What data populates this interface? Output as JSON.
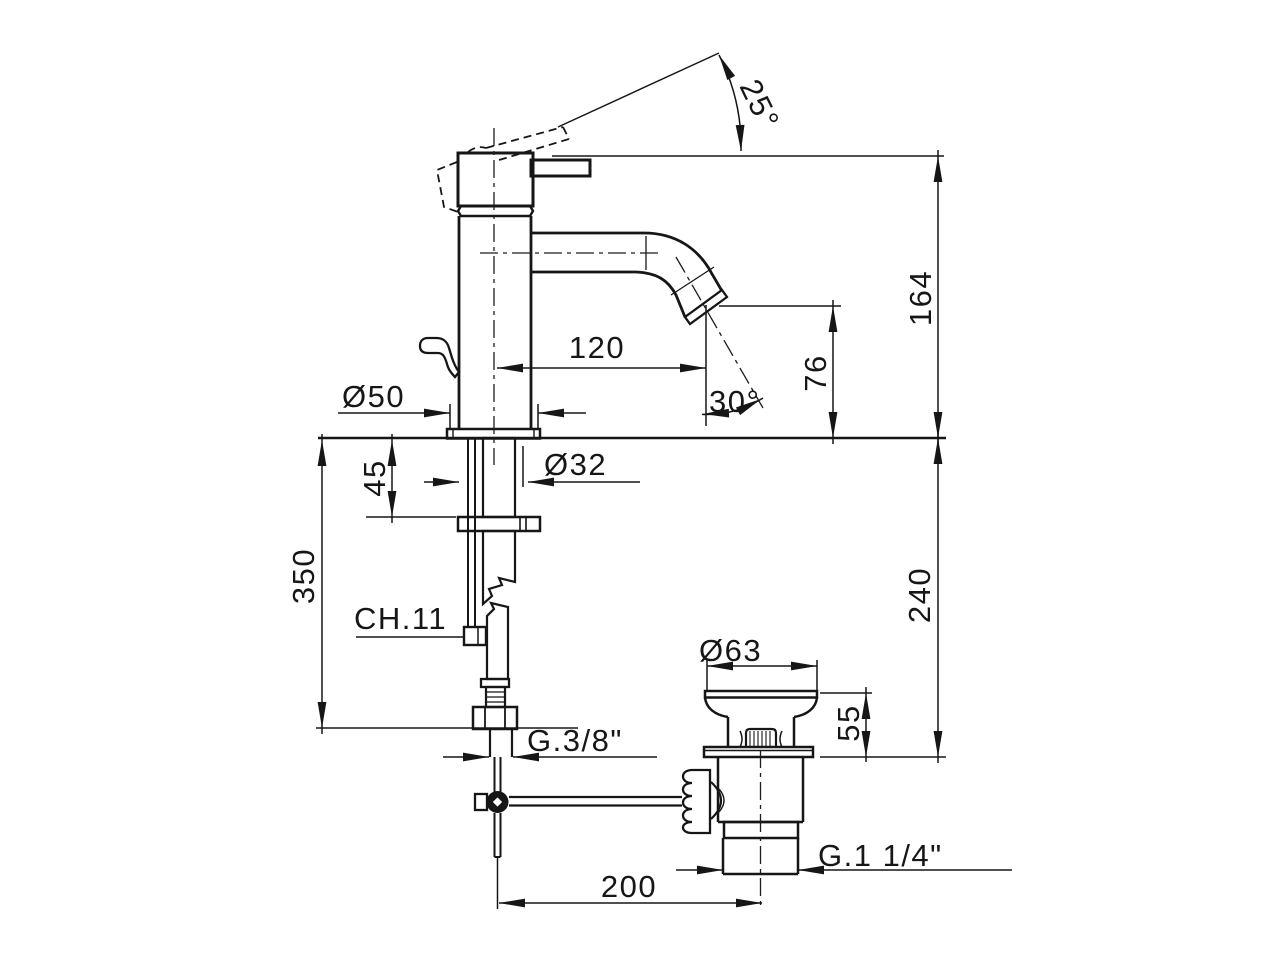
{
  "drawing": {
    "background": "#ffffff",
    "line_color": "#161616",
    "labels": {
      "angle_handle": "25°",
      "angle_spout": "30°",
      "height_to_handle": "164",
      "spout_reach": "120",
      "spout_outlet_height": "76",
      "base_diameter": "Ø50",
      "shank_diameter": "Ø32",
      "deck_max_thickness": "45",
      "hose_drop": "350",
      "rod_hex": "CH.11",
      "below_deck_depth": "240",
      "waste_diameter": "Ø63",
      "waste_top_height": "55",
      "supply_thread": "G.3/8\"",
      "waste_thread": "G.1 1/4\"",
      "rod_to_waste_distance": "200"
    }
  }
}
